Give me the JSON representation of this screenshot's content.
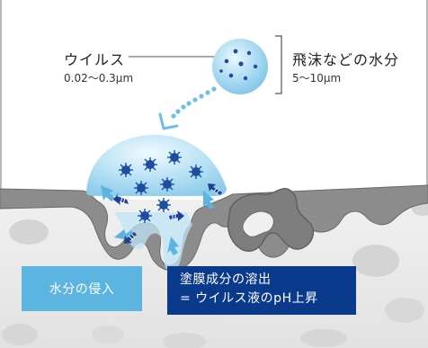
{
  "labels": {
    "virus_name": "ウイルス",
    "virus_size": "0.02〜0.3μm",
    "droplet_name": "飛沫などの水分",
    "droplet_size": "5〜10μm",
    "water_ingress": "水分の侵入",
    "dissolve_line1": "塗膜成分の溶出",
    "dissolve_line2": "= ウイルス液のpH上昇"
  },
  "colors": {
    "water_box": "#5cb4e0",
    "dissolve_box": "#0a3a8c",
    "coating": "#8a8a8a",
    "substrate": "#e9e9e9",
    "droplet": "#a9dcf3",
    "virus": "#1d4fa0",
    "arrow_light": "#5cb4e0",
    "arrow_dark": "#1d3f96"
  },
  "icons": {
    "virus": "virus-icon",
    "droplet": "droplet-icon",
    "dotted_arrow": "dotted-arrow-icon",
    "ingress_arrow": "water-ingress-arrow-icon",
    "elution_arrow": "elution-arrow-icon"
  }
}
